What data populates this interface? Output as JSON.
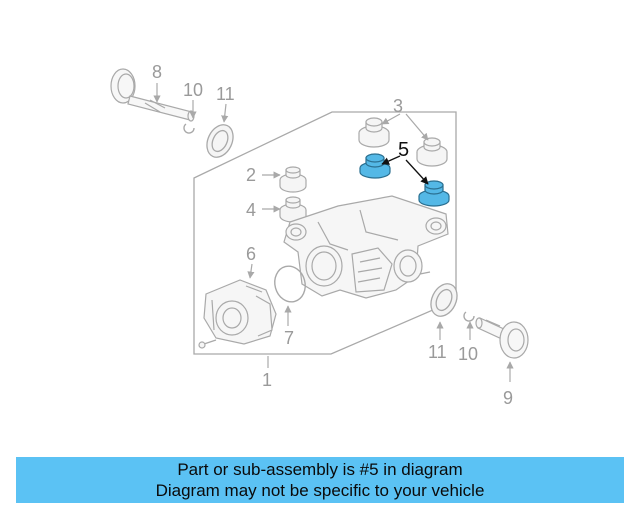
{
  "diagram": {
    "highlight_color": "#54b8e6",
    "line_color": "#a9a9a9",
    "callouts": {
      "c1": "1",
      "c2": "2",
      "c3": "3",
      "c4": "4",
      "c5": "5",
      "c6": "6",
      "c7": "7",
      "c8": "8",
      "c9": "9",
      "c10a": "10",
      "c10b": "10",
      "c11a": "11",
      "c11b": "11"
    }
  },
  "caption": {
    "line1": "Part or sub-assembly is #5 in diagram",
    "line2": "Diagram may not be specific to your vehicle",
    "bg_color": "#5bc2f4"
  }
}
